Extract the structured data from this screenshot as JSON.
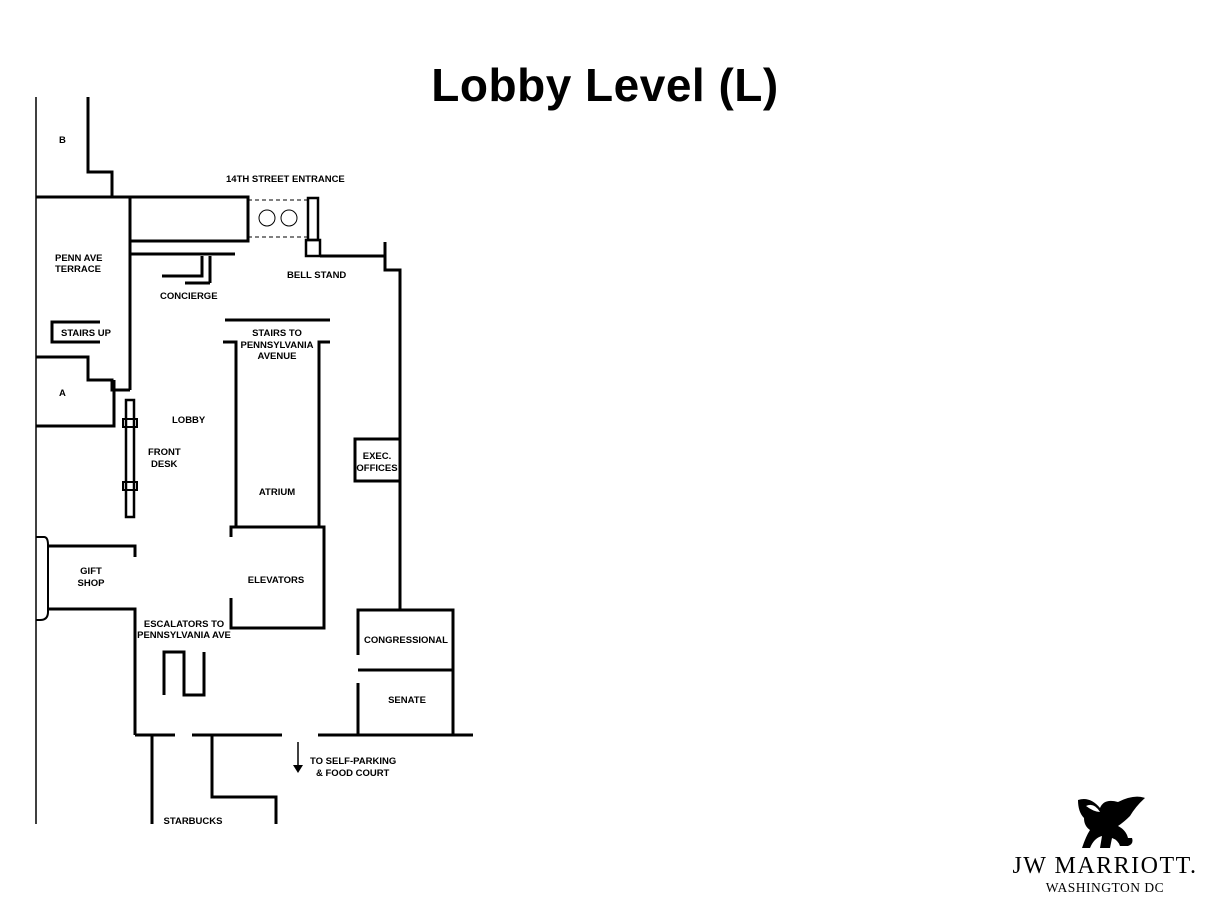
{
  "title": "Lobby Level (L)",
  "labels": {
    "b": "B",
    "a": "A",
    "entrance": "14TH STREET ENTRANCE",
    "penn_terrace_1": "PENN AVE",
    "penn_terrace_2": "TERRACE",
    "bell_stand": "BELL STAND",
    "concierge": "CONCIERGE",
    "stairs_up": "STAIRS UP",
    "stairs_to_1": "STAIRS TO",
    "stairs_to_2": "PENNSYLVANIA",
    "stairs_to_3": "AVENUE",
    "lobby": "LOBBY",
    "front_desk_1": "FRONT",
    "front_desk_2": "DESK",
    "exec_1": "EXEC.",
    "exec_2": "OFFICES",
    "atrium": "ATRIUM",
    "gift_1": "GIFT",
    "gift_2": "SHOP",
    "elevators": "ELEVATORS",
    "escalators_1": "ESCALATORS TO",
    "escalators_2": "PENNSYLVANIA AVE",
    "congressional": "CONGRESSIONAL",
    "senate": "SENATE",
    "parking_1": "TO SELF-PARKING",
    "parking_2": "& FOOD COURT",
    "starbucks": "STARBUCKS"
  },
  "logo": {
    "brand": "JW MARRIOTT.",
    "location": "WASHINGTON DC",
    "icon": "griffin-icon"
  },
  "colors": {
    "lines": "#000000",
    "background": "#ffffff"
  }
}
